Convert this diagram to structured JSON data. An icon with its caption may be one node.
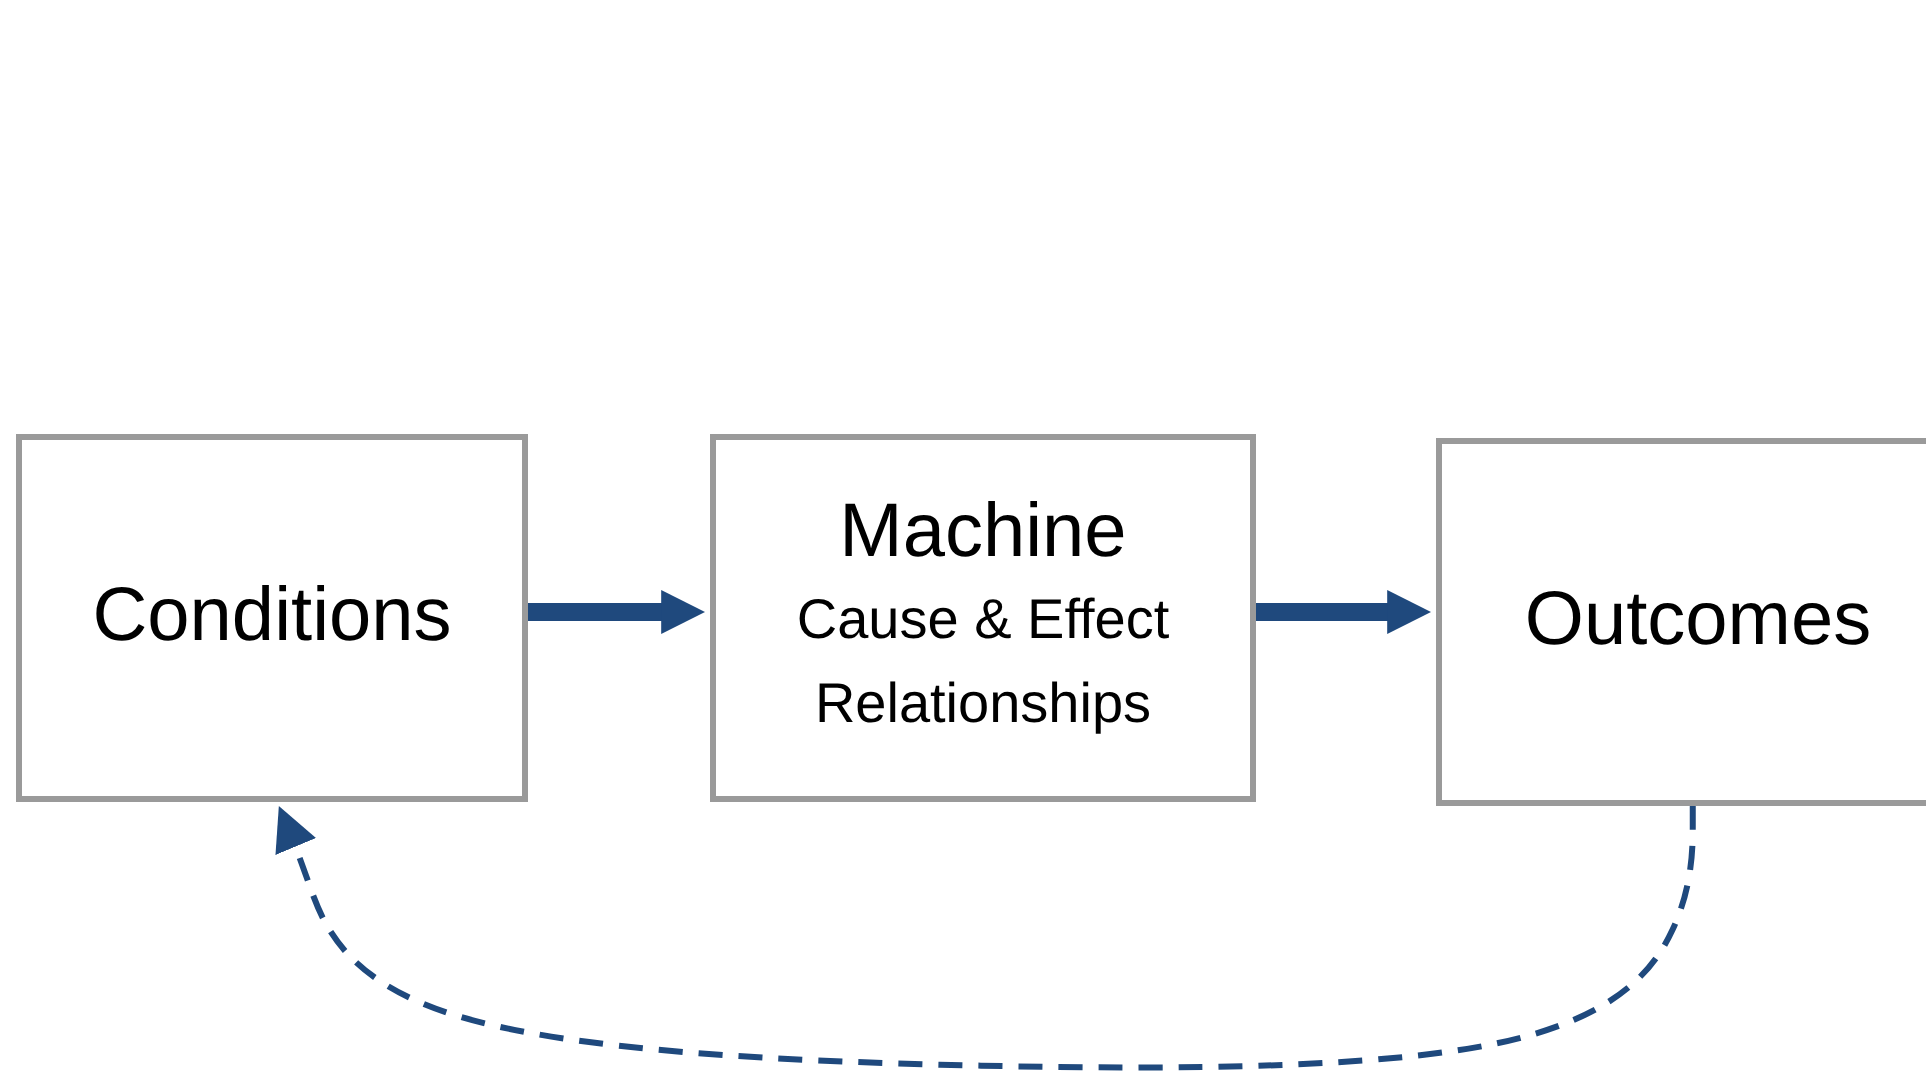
{
  "diagram": {
    "nodes": [
      {
        "text": [
          "Conditions"
        ]
      },
      {
        "text": [
          "Machine",
          "Cause & Effect Relationships"
        ]
      },
      {
        "text": [
          "Outcomes"
        ]
      }
    ],
    "edges": [
      {
        "from": 0,
        "to": 1,
        "arrow": "to"
      },
      {
        "from": 1,
        "to": 2,
        "arrow": "to"
      },
      {
        "from": 2,
        "to": 0,
        "arrow": "to",
        "style": "dashed"
      }
    ]
  }
}
